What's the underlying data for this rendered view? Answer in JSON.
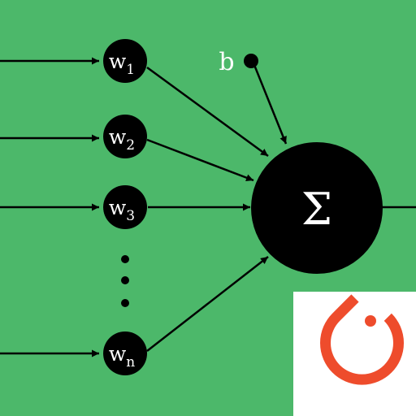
{
  "diagram": {
    "background_color": "#4cb86a",
    "node_color": "#000000",
    "text_color": "#ffffff",
    "weights": [
      {
        "base": "w",
        "sub": "1"
      },
      {
        "base": "w",
        "sub": "2"
      },
      {
        "base": "w",
        "sub": "3"
      },
      {
        "base": "w",
        "sub": "n"
      }
    ],
    "bias_label": "b",
    "sum_symbol": "Σ",
    "ellipsis": "vertical dots"
  },
  "logo": {
    "icon": "pytorch-logo-icon",
    "color": "#ee4c2c",
    "panel_color": "#ffffff"
  }
}
